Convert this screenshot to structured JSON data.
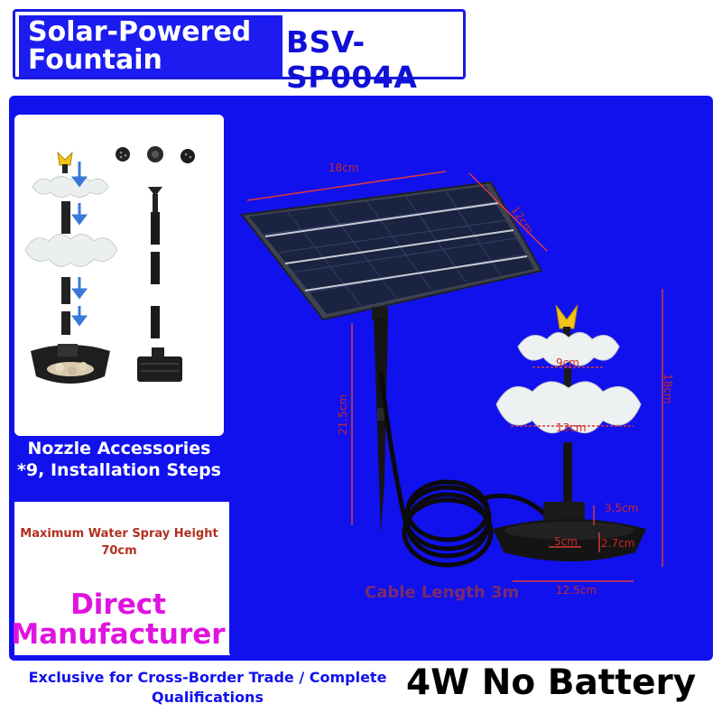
{
  "header": {
    "title_line1": "Solar-Powered",
    "title_line2": "Fountain",
    "model": "BSV-SP004A"
  },
  "steps_panel": {
    "caption": "Nozzle Accessories *9, Installation Steps"
  },
  "spray": {
    "line1": "Maximum Water Spray Height",
    "line2": "70cm"
  },
  "brand": {
    "line1": "Direct",
    "line2": "Manufacturer"
  },
  "footer": {
    "exclusive_line1": "Exclusive for Cross-Border Trade / Complete",
    "exclusive_line2": "Qualifications",
    "power": "4W No Battery"
  },
  "dimensions": {
    "panel_width": "18cm",
    "panel_height": "12cm",
    "stake_length": "21.5cm",
    "fountain_height": "18cm",
    "upper_tier": "9cm",
    "lower_tier": "13cm",
    "pump_height": "3.5cm",
    "pump_width": "5cm",
    "base_height": "2.7cm",
    "base_diameter": "12.5cm",
    "cable": "Cable Length 3m"
  },
  "colors": {
    "brand_blue": "#1111ee",
    "magenta": "#e013e0",
    "spray_red": "#b03020",
    "nozzle_gold": "#f2c318"
  }
}
